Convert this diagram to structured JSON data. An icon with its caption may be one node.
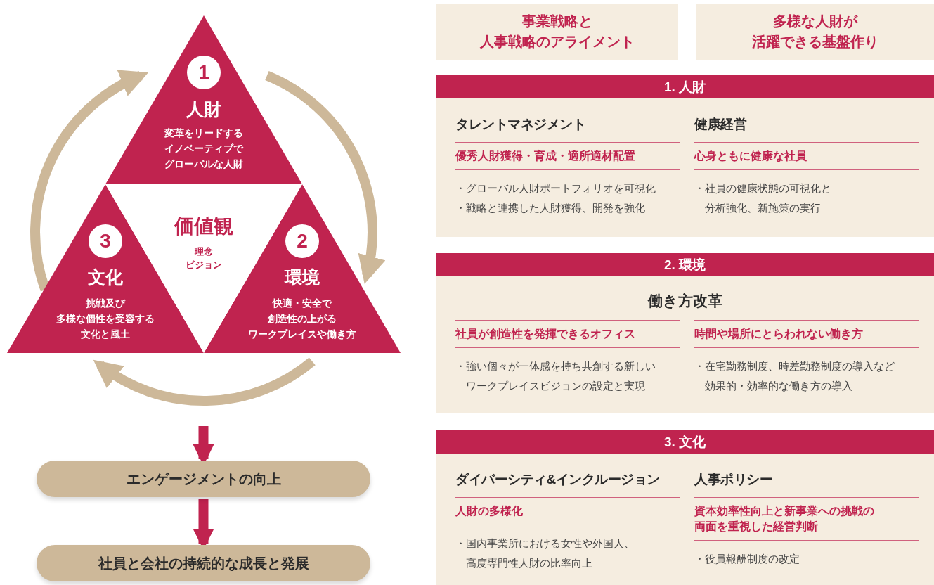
{
  "diagram": {
    "nodes": [
      {
        "text": [
          "1",
          "人財",
          "変革をリードするイノベーティブでグローバルな人財"
        ]
      },
      {
        "text": [
          "2",
          "環境",
          "快適・安全で創造性の上がるワークプレイスや働き方"
        ]
      },
      {
        "text": [
          "3",
          "文化",
          "挑戦及び多様な個性を受容する文化と風土"
        ]
      },
      {
        "text": [
          "価値観",
          "理念ビジョン"
        ]
      },
      {
        "text": [
          "エンゲージメントの向上"
        ]
      },
      {
        "text": [
          "社員と会社の持続的な成長と発展"
        ]
      },
      {
        "text": [
          "事業戦略と人事戦略のアライメント"
        ]
      },
      {
        "text": [
          "多様な人財が活躍できる基盤作り"
        ]
      },
      {
        "text": [
          "1. 人財",
          "タレントマネジメント",
          "優秀人財獲得・育成・適所適材配置",
          "・グローバル人財ポートフォリオを可視化",
          "・戦略と連携した人財獲得、開発を強化",
          "健康経営",
          "心身ともに健康な社員",
          "・社員の健康状態の可視化と分析強化、新施策の実行"
        ]
      },
      {
        "text": [
          "2. 環境",
          "働き方改革",
          "社員が創造性を発揮できるオフィス",
          "・強い個々が一体感を持ち共創する新しいワークプレイスビジョンの設定と実現",
          "時間や場所にとらわれない働き方",
          "・在宅勤務制度、時差勤務制度の導入など効果的・効率的な働き方の導入"
        ]
      },
      {
        "text": [
          "3. 文化",
          "ダイバーシティ&インクルージョン",
          "人財の多様化",
          "・国内事業所における女性や外国人、高度専門性人財の比率向上",
          "人事ポリシー",
          "資本効率性向上と新事業への挑戦の両面を重視した経営判断",
          "・役員報酬制度の改定"
        ]
      }
    ],
    "edges": [
      {
        "from": 0,
        "to": 1,
        "arrow": "to",
        "color": "#cdb899"
      },
      {
        "from": 1,
        "to": 2,
        "arrow": "to",
        "color": "#cdb899"
      },
      {
        "from": 2,
        "to": 0,
        "arrow": "to",
        "color": "#cdb899"
      },
      {
        "from": null,
        "to": 4,
        "arrow": "to",
        "color": "#c0234f"
      },
      {
        "from": 4,
        "to": 5,
        "arrow": "to",
        "color": "#c0234f"
      }
    ]
  }
}
